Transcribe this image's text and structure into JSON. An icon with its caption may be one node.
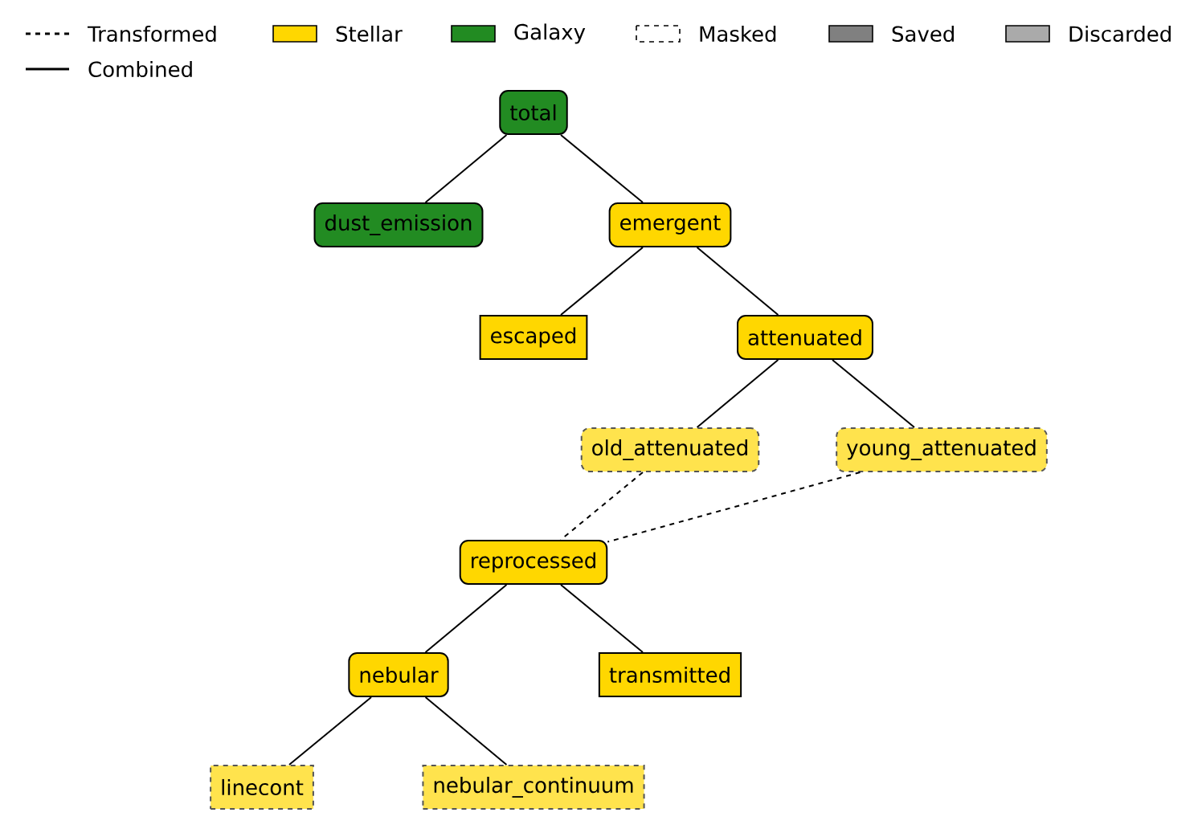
{
  "diagram": {
    "nodes": [
      {
        "text": [
          "total"
        ]
      },
      {
        "text": [
          "dust_emission"
        ]
      },
      {
        "text": [
          "emergent"
        ]
      },
      {
        "text": [
          "escaped"
        ]
      },
      {
        "text": [
          "attenuated"
        ]
      },
      {
        "text": [
          "old_attenuated"
        ]
      },
      {
        "text": [
          "young_attenuated"
        ]
      },
      {
        "text": [
          "reprocessed"
        ]
      },
      {
        "text": [
          "nebular"
        ]
      },
      {
        "text": [
          "transmitted"
        ]
      },
      {
        "text": [
          "linecont"
        ]
      },
      {
        "text": [
          "nebular_continuum"
        ]
      }
    ],
    "edges": [
      {
        "from": 0,
        "to": 1,
        "arrow": "none"
      },
      {
        "from": 0,
        "to": 2,
        "arrow": "none"
      },
      {
        "from": 2,
        "to": 3,
        "arrow": "none"
      },
      {
        "from": 2,
        "to": 4,
        "arrow": "none"
      },
      {
        "from": 4,
        "to": 5,
        "arrow": "none"
      },
      {
        "from": 4,
        "to": 6,
        "arrow": "none"
      },
      {
        "from": 5,
        "to": 7,
        "arrow": "none",
        "style": "dashed"
      },
      {
        "from": 6,
        "to": 7,
        "arrow": "none",
        "style": "dashed"
      },
      {
        "from": 7,
        "to": 8,
        "arrow": "none"
      },
      {
        "from": 7,
        "to": 9,
        "arrow": "none"
      },
      {
        "from": 8,
        "to": 10,
        "arrow": "none"
      },
      {
        "from": 8,
        "to": 11,
        "arrow": "none"
      }
    ],
    "legend": [
      {
        "text": "Transformed"
      },
      {
        "text": "Combined"
      },
      {
        "text": "Stellar",
        "color": "#ffd700"
      },
      {
        "text": "Galaxy",
        "color": "#228b22"
      },
      {
        "text": "Masked"
      },
      {
        "text": "Saved",
        "color": "#808080"
      },
      {
        "text": "Discarded",
        "color": "#aaaaaa"
      }
    ]
  }
}
